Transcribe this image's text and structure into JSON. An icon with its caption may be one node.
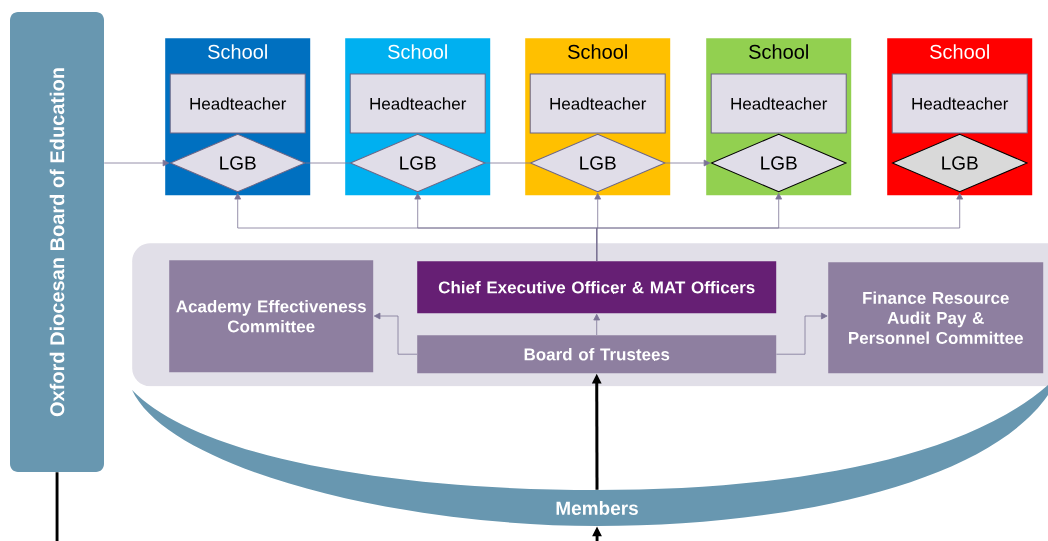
{
  "diagram": {
    "nodes": [
      {
        "text": [
          "Oxford Diocesan Board of Education"
        ]
      },
      {
        "text": [
          "School"
        ]
      },
      {
        "text": [
          "Headteacher"
        ],
        "in": 1
      },
      {
        "text": [
          "LGB"
        ],
        "in": 1
      },
      {
        "text": [
          "School"
        ]
      },
      {
        "text": [
          "Headteacher"
        ],
        "in": 4
      },
      {
        "text": [
          "LGB"
        ],
        "in": 4
      },
      {
        "text": [
          "School"
        ]
      },
      {
        "text": [
          "Headteacher"
        ],
        "in": 7
      },
      {
        "text": [
          "LGB"
        ],
        "in": 7
      },
      {
        "text": [
          "School"
        ]
      },
      {
        "text": [
          "Headteacher"
        ],
        "in": 10
      },
      {
        "text": [
          "LGB"
        ],
        "in": 10
      },
      {
        "text": [
          "School"
        ]
      },
      {
        "text": [
          "Headteacher"
        ],
        "in": 13
      },
      {
        "text": [
          "LGB"
        ],
        "in": 13
      },
      {
        "text": [],
        "shape": "box"
      },
      {
        "text": [
          "Academy Effectiveness Committee"
        ],
        "in": 16
      },
      {
        "text": [
          "Chief Executive Officer & MAT Officers"
        ],
        "in": 16
      },
      {
        "text": [
          "Board of Trustees"
        ],
        "in": 16
      },
      {
        "text": [
          "Finance Resource Audit Pay & Personnel Committee"
        ],
        "in": 16
      },
      {
        "text": [
          "Members"
        ]
      }
    ],
    "edges": [
      {
        "from": 0,
        "to": 3,
        "arrow": "to"
      },
      {
        "from": 3,
        "to": 6,
        "arrow": "none"
      },
      {
        "from": 6,
        "to": 9,
        "arrow": "none"
      },
      {
        "from": 9,
        "to": 12,
        "arrow": "to"
      },
      {
        "from": 18,
        "to": 3,
        "arrow": "to"
      },
      {
        "from": 18,
        "to": 6,
        "arrow": "to"
      },
      {
        "from": 18,
        "to": 9,
        "arrow": "to"
      },
      {
        "from": 18,
        "to": 12,
        "arrow": "to"
      },
      {
        "from": 18,
        "to": 15,
        "arrow": "to"
      },
      {
        "from": 19,
        "to": 18,
        "arrow": "to"
      },
      {
        "from": 19,
        "to": 17,
        "arrow": "to"
      },
      {
        "from": 19,
        "to": 20,
        "arrow": "to"
      },
      {
        "from": 21,
        "to": 19,
        "arrow": "to",
        "style": "thick",
        "color": "#000000"
      },
      {
        "from": 0,
        "to": null,
        "arrow": "none",
        "style": "thick",
        "color": "#000000"
      },
      {
        "from": null,
        "to": 21,
        "arrow": "to",
        "style": "thick",
        "color": "#000000"
      }
    ]
  }
}
